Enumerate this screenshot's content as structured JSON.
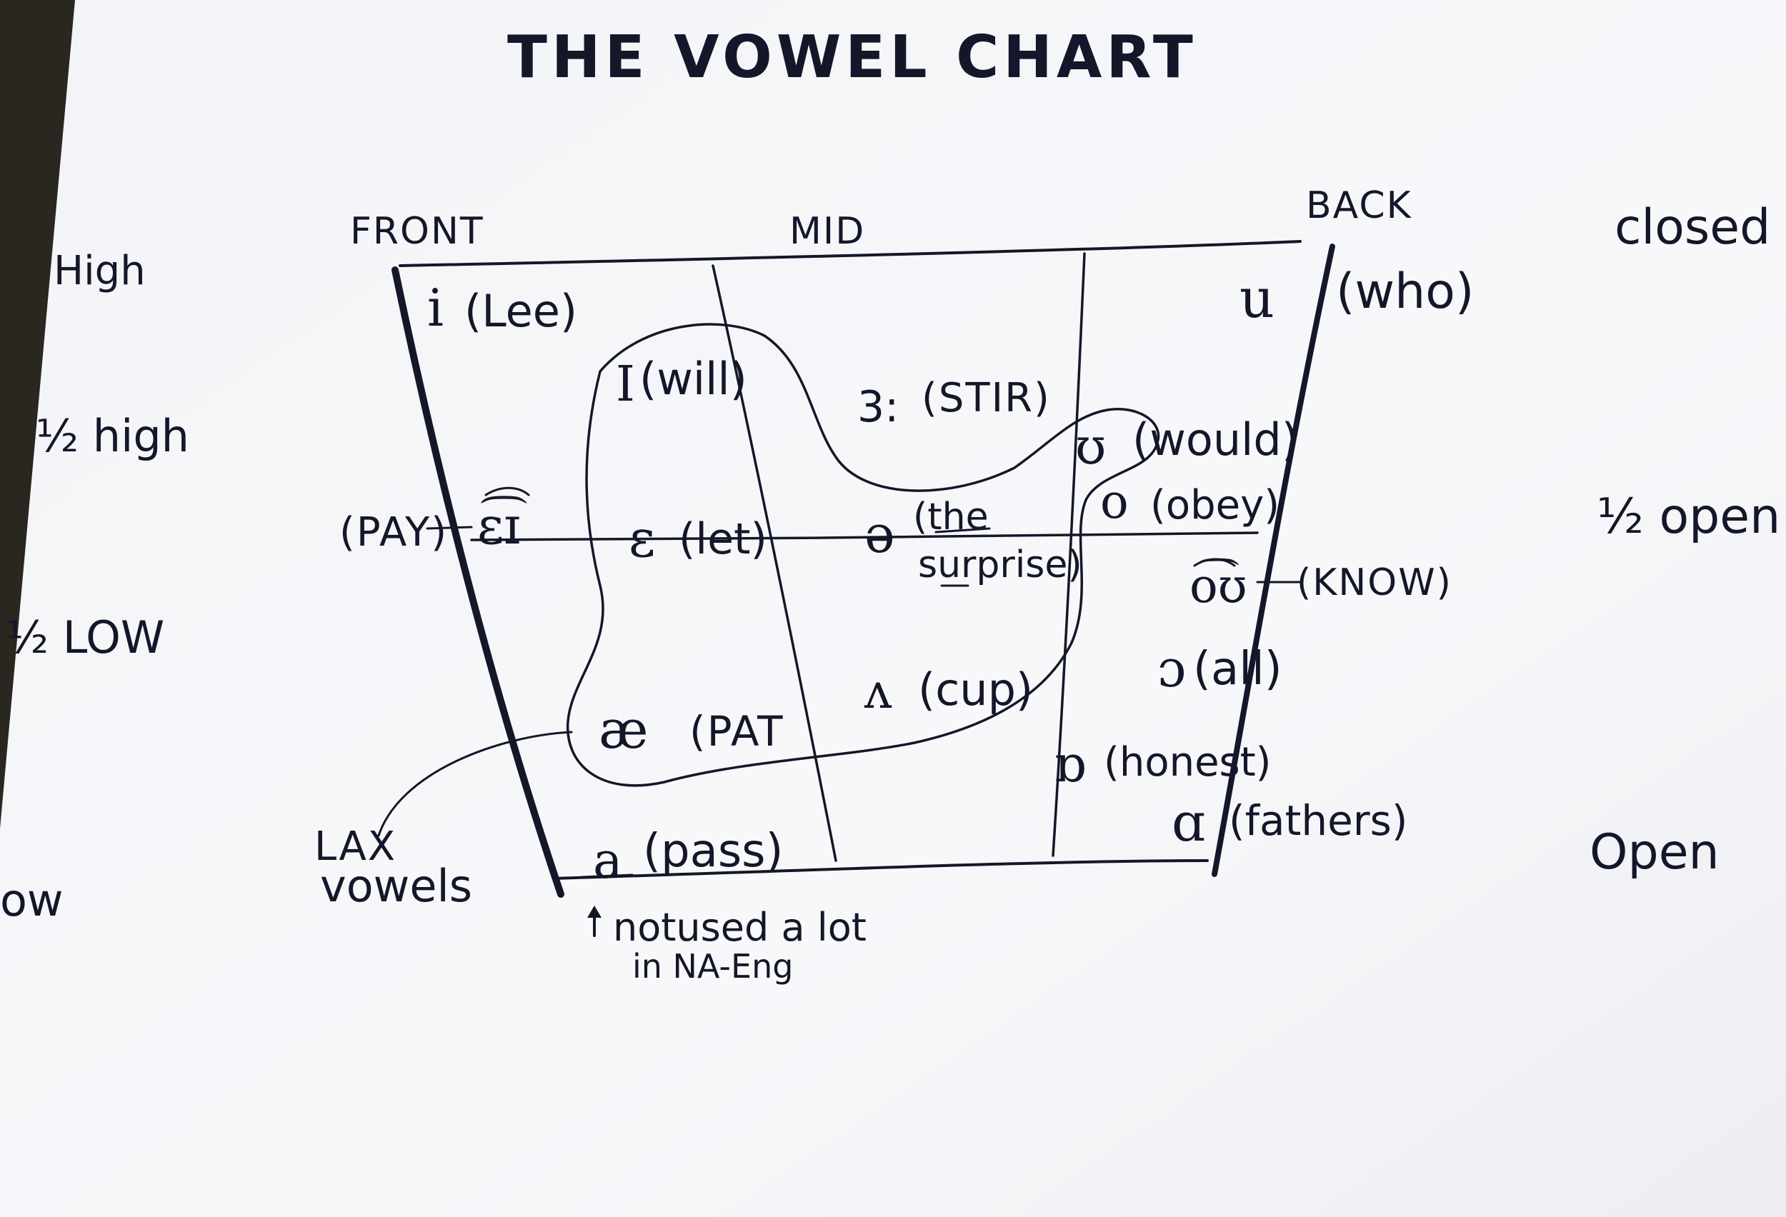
{
  "title": "THE VOWEL CHART",
  "columns": {
    "front": "FRONT",
    "mid": "MID",
    "back": "BACK"
  },
  "left_labels": {
    "high": "High",
    "half_high": "½ high",
    "half_low": "½ LOW",
    "low": "ow"
  },
  "right_labels": {
    "closed": "closed",
    "half_open": "½ open",
    "open": "Open"
  },
  "vowels": {
    "i": {
      "symbol": "i",
      "word": "(Lee)"
    },
    "u": {
      "symbol": "u",
      "word": "(who)"
    },
    "I": {
      "symbol": "I",
      "word": "(will)"
    },
    "er": {
      "symbol": "3:",
      "word": "(STIR)"
    },
    "U": {
      "symbol": "ʊ",
      "word": "(would)"
    },
    "o": {
      "symbol": "o",
      "word": "(obey)"
    },
    "ei": {
      "symbol": "ɛ͡ɪ",
      "word": "(PAY)"
    },
    "e": {
      "symbol": "ɛ",
      "word": "(let)"
    },
    "schwa": {
      "symbol": "ə",
      "word_line1": "(the",
      "word_line2": "surprise)"
    },
    "ou": {
      "symbol": "o͡ʊ",
      "word": "(KNOW)"
    },
    "open_o": {
      "symbol": "ɔ",
      "word": "(all)"
    },
    "wedge": {
      "symbol": "ʌ",
      "word": "(cup)"
    },
    "ae": {
      "symbol": "æ",
      "word": "(PAT"
    },
    "turned_a": {
      "symbol": "ɒ",
      "word": "(honest)"
    },
    "a_pass": {
      "symbol": "a",
      "word": "(pass)"
    },
    "alpha": {
      "symbol": "ɑ",
      "word": "(fathers)"
    }
  },
  "annotations": {
    "lax_line1": "LAX",
    "lax_line2": "vowels",
    "note_line1": "notused a lot",
    "note_line2": "in NA-Eng"
  },
  "colors": {
    "ink": "#16162a",
    "paper": "#f6f7f9"
  }
}
